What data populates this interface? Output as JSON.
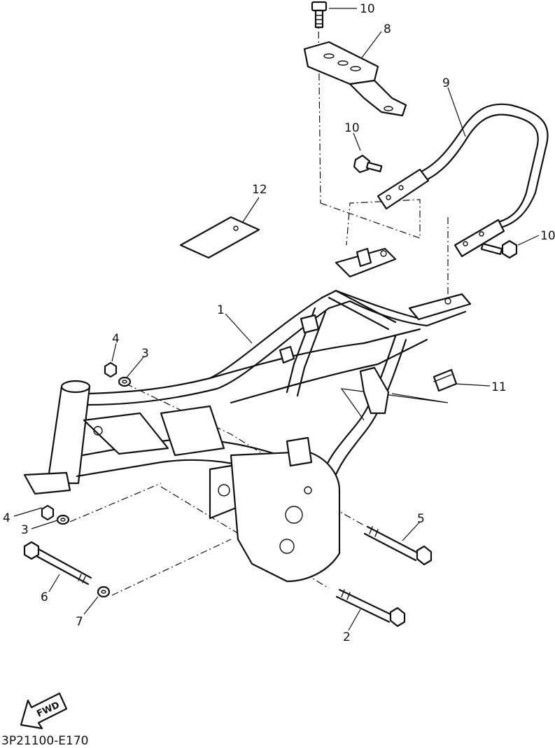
{
  "diagram": {
    "callouts": [
      {
        "id": "c10-top",
        "label": "10"
      },
      {
        "id": "c8",
        "label": "8"
      },
      {
        "id": "c9",
        "label": "9"
      },
      {
        "id": "c10-mid",
        "label": "10"
      },
      {
        "id": "c10-right",
        "label": "10"
      },
      {
        "id": "c12",
        "label": "12"
      },
      {
        "id": "c1",
        "label": "1"
      },
      {
        "id": "c4-upper",
        "label": "4"
      },
      {
        "id": "c3-upper",
        "label": "3"
      },
      {
        "id": "c11",
        "label": "11"
      },
      {
        "id": "c4-lower",
        "label": "4"
      },
      {
        "id": "c3-lower",
        "label": "3"
      },
      {
        "id": "c5",
        "label": "5"
      },
      {
        "id": "c6",
        "label": "6"
      },
      {
        "id": "c7",
        "label": "7"
      },
      {
        "id": "c2",
        "label": "2"
      }
    ],
    "fwd_label": "FWD",
    "code": "3P21100-E170"
  }
}
